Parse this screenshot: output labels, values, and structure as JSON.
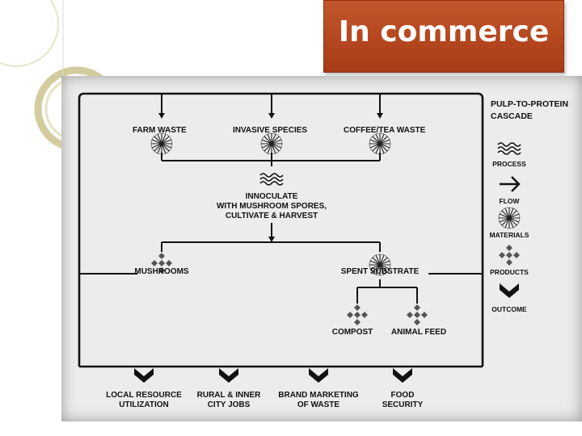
{
  "slide": {
    "title": "In commerce"
  },
  "diagram": {
    "sources": [
      "FARM WASTE",
      "INVASIVE SPECIES",
      "COFFEE/TEA WASTE"
    ],
    "process": [
      "INNOCULATE",
      "WITH MUSHROOM SPORES,",
      "CULTIVATE & HARVEST"
    ],
    "products": {
      "left": "MUSHROOMS",
      "right": "SPENT SUBSTRATE"
    },
    "substrate_products": [
      "COMPOST",
      "ANIMAL FEED"
    ],
    "outcomes": [
      {
        "line1": "LOCAL RESOURCE",
        "line2": "UTILIZATION"
      },
      {
        "line1": "RURAL & INNER",
        "line2": "CITY JOBS"
      },
      {
        "line1": "BRAND MARKETING",
        "line2": "OF WASTE"
      },
      {
        "line1": "FOOD",
        "line2": "SECURITY"
      }
    ]
  },
  "legend": {
    "title_line1": "PULP-TO-PROTEIN",
    "title_line2": "CASCADE",
    "items": [
      "PROCESS",
      "FLOW",
      "MATERIALS",
      "PRODUCTS",
      "OUTCOME"
    ]
  }
}
